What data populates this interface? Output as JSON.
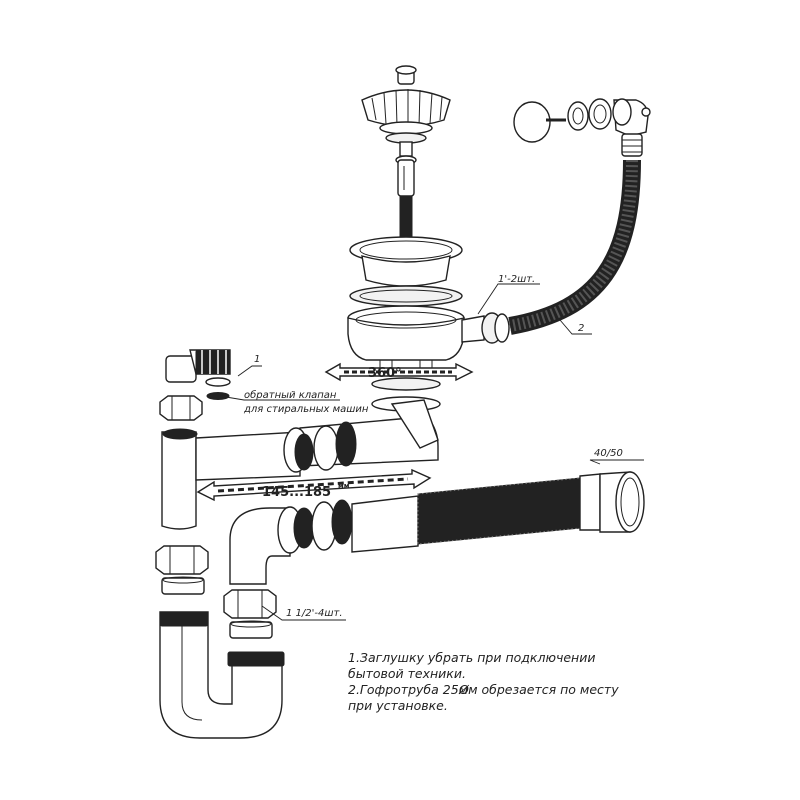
{
  "labels": {
    "callout_1": "1",
    "callout_2": "2",
    "check_valve_line1": "обратный клапан",
    "check_valve_line2": "для стиральных машин",
    "nut_1inch": "1'-2шт.",
    "nut_1_5inch": "1 1/2'-4шт.",
    "outlet_size": "40/50",
    "rotation": "360°",
    "length_range": "145...185",
    "length_unit": "мм"
  },
  "notes": [
    "1.Заглушку убрать при подключении",
    "бытовой техники.",
    "2.Гофротруба   25мм обрезается по месту",
    "при установке."
  ],
  "diameter_symbol": "Ø"
}
